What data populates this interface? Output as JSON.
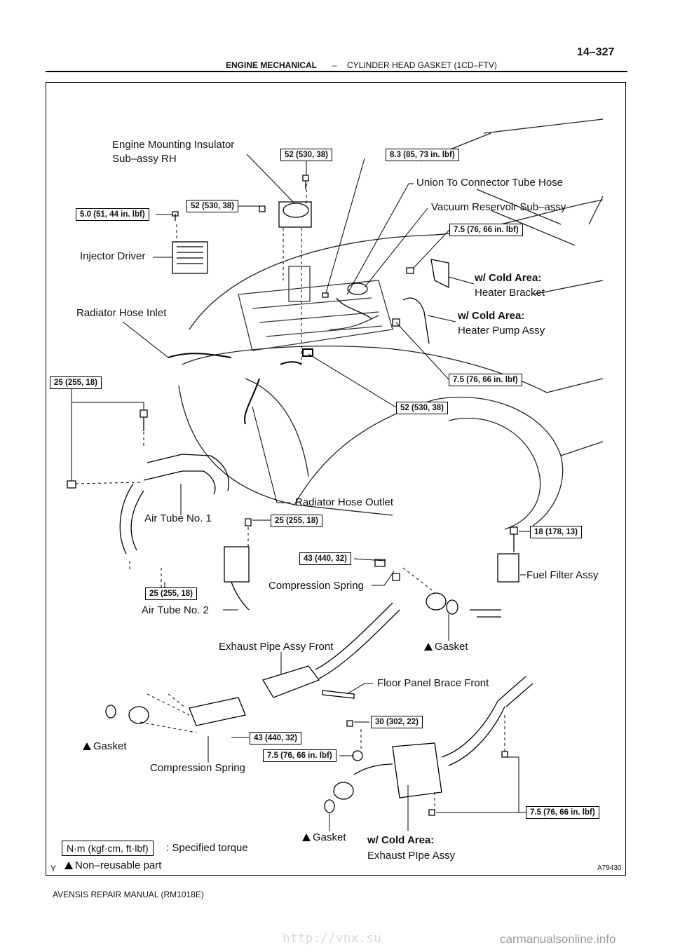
{
  "header": {
    "section": "ENGINE MECHANICAL",
    "separator": "–",
    "subsection": "CYLINDER HEAD GASKET (1CD–FTV)",
    "page_number": "14–327"
  },
  "diagram": {
    "figure_id": "A79430",
    "corner_mark": "Y",
    "labels": {
      "engine_mount_1": "Engine Mounting Insulator",
      "engine_mount_2": "Sub–assy RH",
      "union_hose": "Union To Connector Tube Hose",
      "vacuum_reservoir": "Vacuum Reservoir Sub–assy",
      "injector_driver": "Injector Driver",
      "cold_area_1": "w/ Cold Area:",
      "heater_bracket": "Heater Bracket",
      "radiator_inlet": "Radiator Hose Inlet",
      "cold_area_2": "w/ Cold Area:",
      "heater_pump": "Heater Pump Assy",
      "radiator_outlet": "Radiator Hose Outlet",
      "air_tube_1": "Air Tube No. 1",
      "fuel_filter": "Fuel Filter Assy",
      "compression_spring_1": "Compression Spring",
      "air_tube_2": "Air Tube No. 2",
      "exhaust_front": "Exhaust Pipe Assy Front",
      "gasket_1": "Gasket",
      "floor_brace": "Floor Panel Brace Front",
      "gasket_2": "Gasket",
      "compression_spring_2": "Compression Spring",
      "gasket_3": "Gasket",
      "cold_area_3": "w/ Cold Area:",
      "exhaust_pipe": "Exhaust PIpe Assy"
    },
    "torques": {
      "t_52_top": "52 (530, 38)",
      "t_83": "8.3 (85, 73 in. lbf)",
      "t_52_mid": "52 (530, 38)",
      "t_50": "5.0 (51, 44 in. lbf)",
      "t_75_a": "7.5 (76, 66 in. lbf)",
      "t_25_a": "25 (255, 18)",
      "t_75_b": "7.5 (76, 66 in. lbf)",
      "t_52_low": "52 (530, 38)",
      "t_25_b": "25 (255, 18)",
      "t_18": "18 (178, 13)",
      "t_43_a": "43 (440, 32)",
      "t_25_c": "25 (255, 18)",
      "t_30": "30 (302, 22)",
      "t_43_b": "43 (440, 32)",
      "t_75_c": "7.5 (76, 66 in. lbf)",
      "t_75_d": "7.5 (76, 66 in. lbf)"
    },
    "legend": {
      "torque_unit": "N·m (kgf·cm, ft·lbf)",
      "torque_desc": ": Specified torque",
      "nonreusable": "Non–reusable part"
    }
  },
  "footer": {
    "manual": "AVENSIS REPAIR MANUAL   (RM1018E)",
    "watermark": "carmanualsonline.info",
    "link": "http://vnx.su"
  }
}
